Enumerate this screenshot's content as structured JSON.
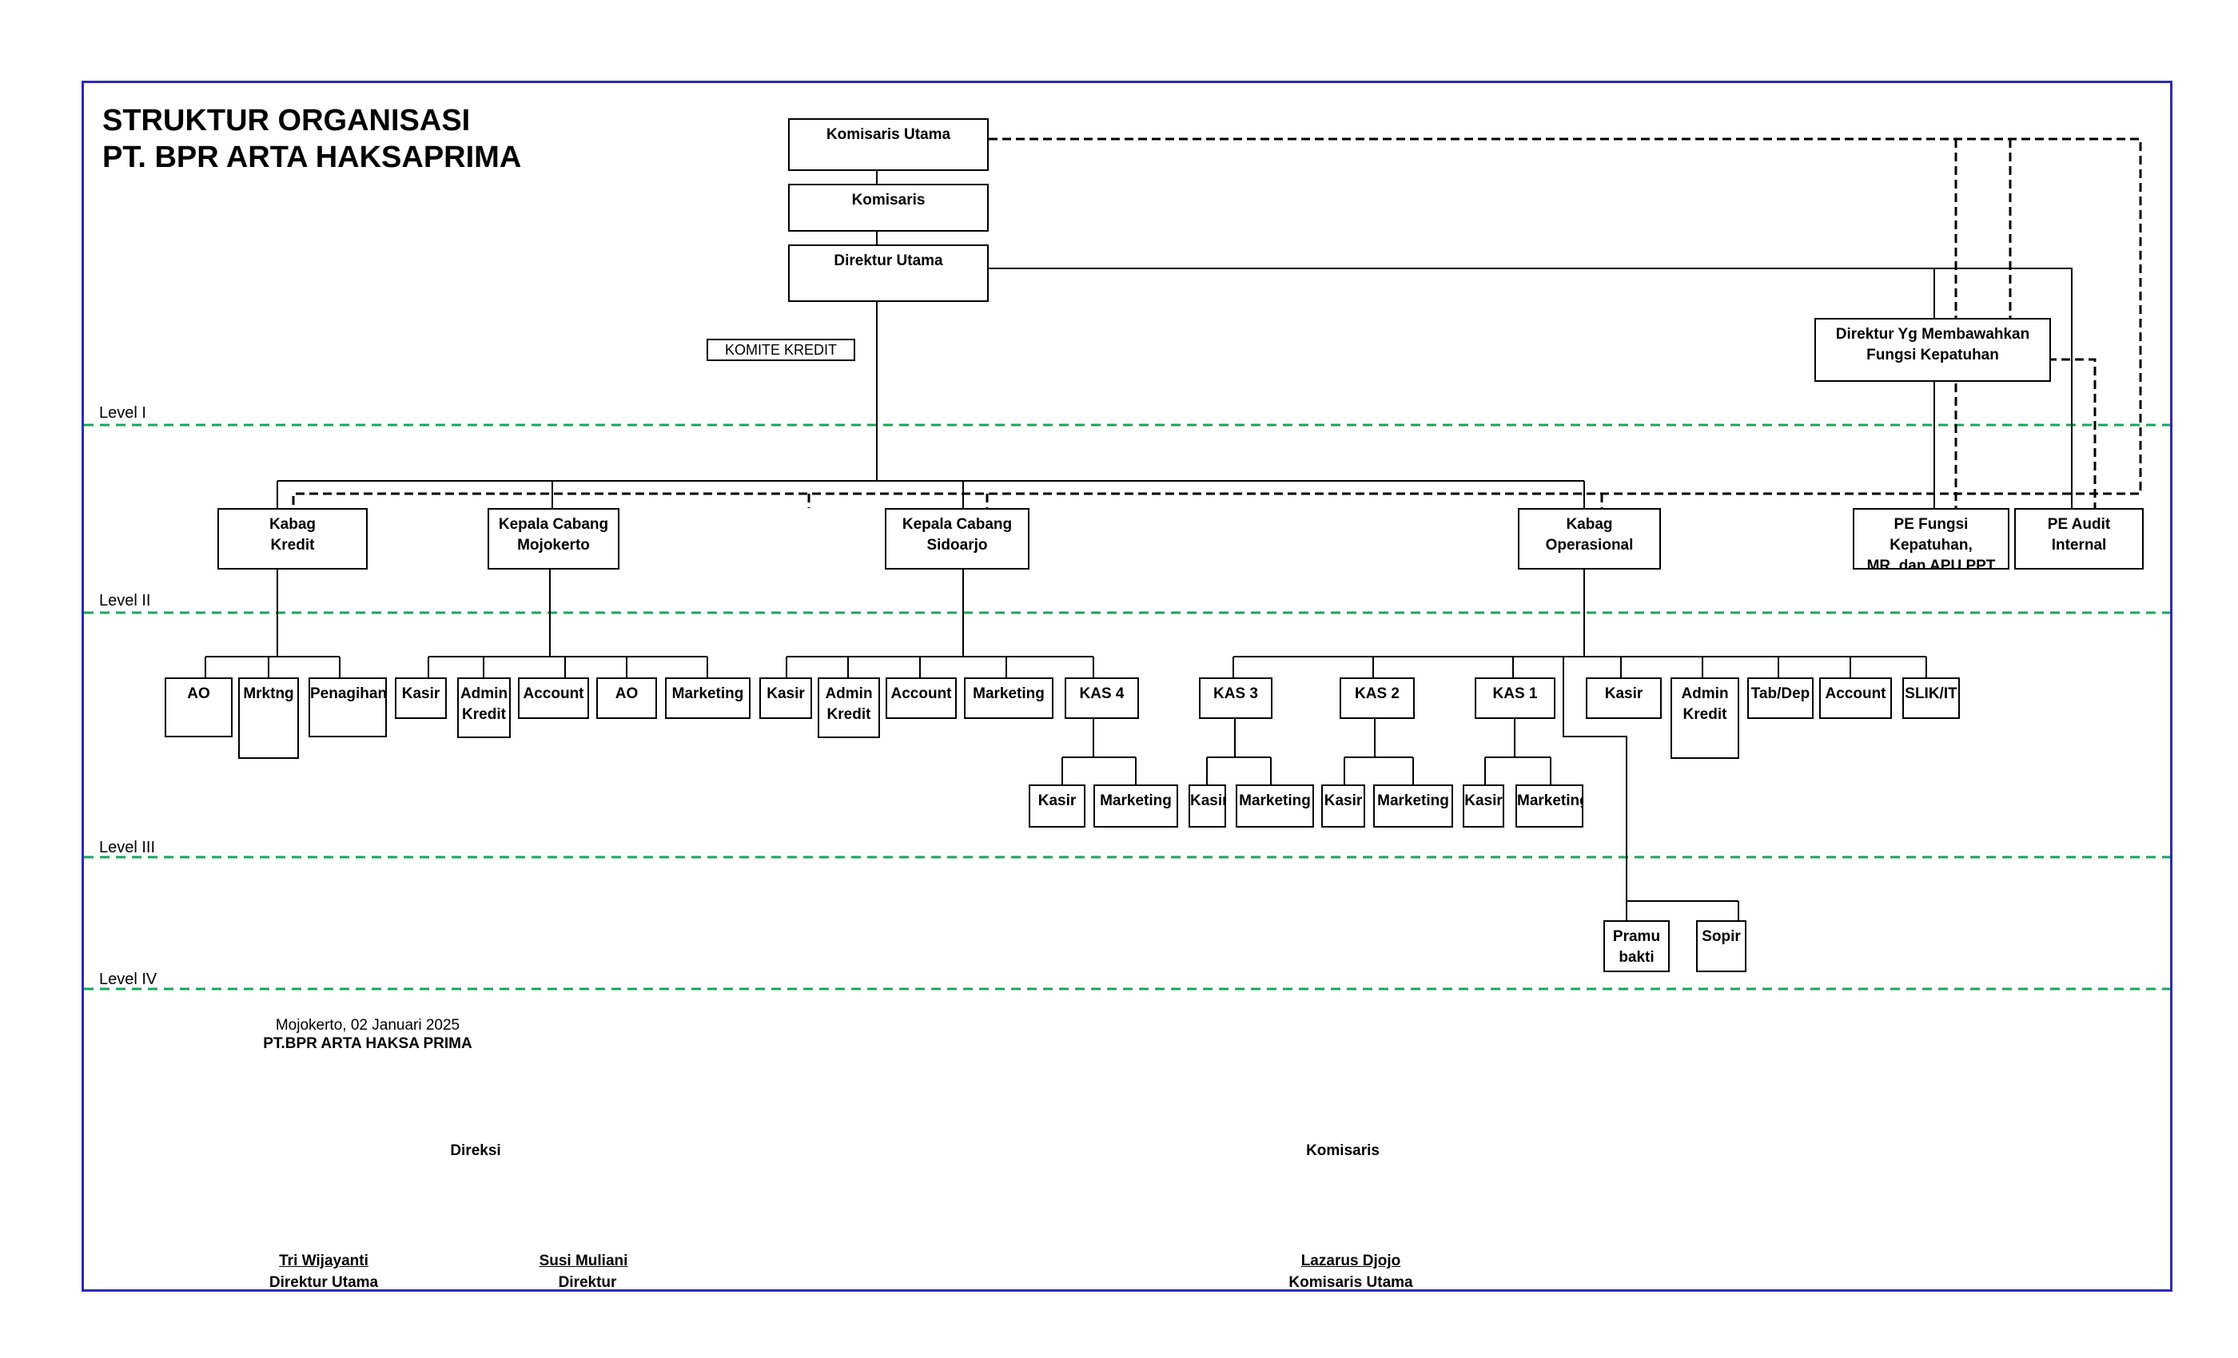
{
  "title": {
    "line1": "STRUKTUR ORGANISASI",
    "line2": "PT. BPR ARTA HAKSAPRIMA"
  },
  "levels": [
    "Level I",
    "Level II",
    "Level III",
    "Level IV"
  ],
  "komite": "KOMITE KREDIT",
  "top": {
    "komisaris_utama": "Komisaris Utama",
    "komisaris": "Komisaris",
    "direktur_utama": "Direktur Utama",
    "direktur_kepatuhan": "Direktur Yg Membawahkan\nFungsi Kepatuhan"
  },
  "level2": {
    "kabag_kredit": "Kabag\nKredit",
    "kacab_mojokerto": "Kepala Cabang\nMojokerto",
    "kacab_sidoarjo": "Kepala Cabang\nSidoarjo",
    "kabag_operasional": "Kabag\nOperasional",
    "pe_kepatuhan": "PE Fungsi Kepatuhan,\nMR, dan APU PPT",
    "pe_audit": "PE Audit\nInternal"
  },
  "kredit_staff": [
    "AO",
    "Mrktng",
    "Penagihan"
  ],
  "mojokerto_staff": [
    "Kasir",
    "Admin\nKredit",
    "Account",
    "AO",
    "Marketing"
  ],
  "sidoarjo_staff": [
    "Kasir",
    "Admin\nKredit",
    "Account",
    "Marketing",
    "KAS 4"
  ],
  "kas": [
    "KAS 3",
    "KAS 2",
    "KAS 1"
  ],
  "operasional_staff": [
    "Kasir",
    "Admin\nKredit",
    "Tab/Dep",
    "Account",
    "SLIK/IT"
  ],
  "kas_sub": {
    "kasir": "Kasir",
    "marketing": "Marketing"
  },
  "level4": [
    "Pramu\nbakti",
    "Sopir"
  ],
  "footer": {
    "place_date": "Mojokerto, 02 Januari 2025",
    "company": "PT.BPR ARTA HAKSA PRIMA",
    "direksi": "Direksi",
    "komisaris": "Komisaris",
    "sign1_name": "Tri Wijayanti",
    "sign1_role": "Direktur Utama",
    "sign2_name": "Susi Muliani",
    "sign2_role": "Direktur",
    "sign3_name": "Lazarus Djojo",
    "sign3_role": "Komisaris Utama"
  },
  "colors": {
    "frame": "#2b2bb8",
    "level_line": "#1aa55a"
  }
}
